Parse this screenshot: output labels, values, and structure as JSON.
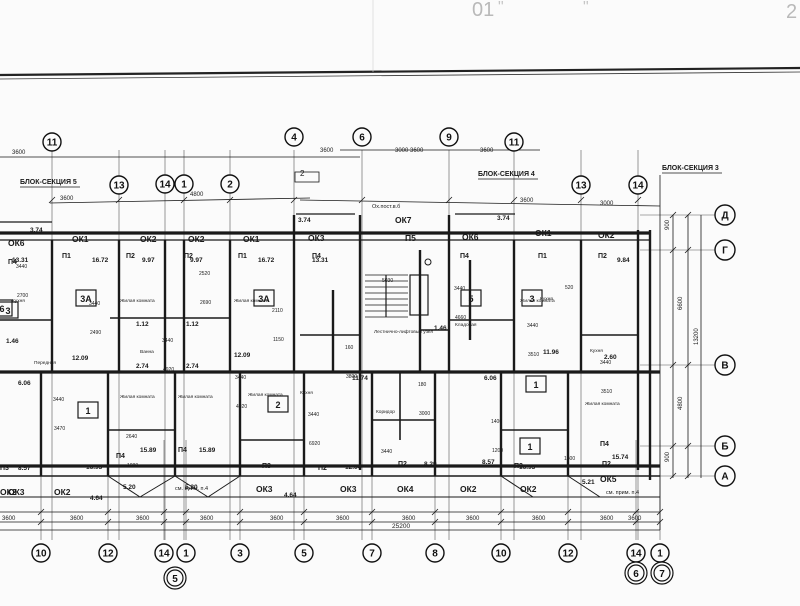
{
  "header": {
    "sheet_text": "01",
    "sheet_number": "2"
  },
  "section_labels": [
    "БЛОК-СЕКЦИЯ 5",
    "БЛОК-СЕКЦИЯ 4",
    "БЛОК-СЕКЦИЯ 3"
  ],
  "axes_top": [
    "11",
    "13",
    "14",
    "1",
    "2",
    "4",
    "6",
    "9",
    "11",
    "13",
    "14"
  ],
  "axes_bottom": [
    "10",
    "12",
    "14",
    "1",
    "3",
    "5",
    "7",
    "8",
    "10",
    "12",
    "14",
    "1"
  ],
  "section_circles": [
    "5",
    "6",
    "7"
  ],
  "axes_right": [
    "Д",
    "Г",
    "В",
    "Б",
    "А"
  ],
  "top_dims": [
    "3600",
    "3600",
    "4800",
    "3600",
    "3000",
    "3600",
    "3600",
    "3000",
    "3600"
  ],
  "bottom_dims": [
    "3600",
    "3600",
    "3600",
    "3600",
    "3600",
    "3600",
    "3600",
    "3600",
    "3600",
    "3600",
    "3600"
  ],
  "total_dim": "25200",
  "right_dims": [
    "900",
    "6600",
    "4800",
    "13200",
    "900"
  ],
  "window_labels": [
    "ОК6",
    "ОК1",
    "ОК2",
    "ОК2",
    "ОК1",
    "ОК3",
    "ОК7",
    "П5",
    "ОК6",
    "ОК1",
    "ОК2",
    "ОК2",
    "ОК3",
    "ОК3",
    "ОК4",
    "ОК2",
    "ОК2",
    "ОК2",
    "ОК3",
    "ОК5"
  ],
  "areas": [
    "13.31",
    "16.72",
    "9.97",
    "9.97",
    "16.72",
    "13.31",
    "11.74",
    "12.09",
    "12.09",
    "11.96",
    "6.06",
    "6.06",
    "15.89",
    "15.89",
    "16.93",
    "16.93",
    "15.74",
    "8.57",
    "8.57",
    "12.04",
    "8.29",
    "4.64",
    "5.20",
    "5.20",
    "4.64",
    "5.21",
    "3.74",
    "3.74",
    "3.74",
    "1.46",
    "1.46",
    "1.12",
    "1.12",
    "2.74",
    "2.74",
    "2.60",
    "9.84"
  ],
  "room_tags": [
    "П4",
    "П1",
    "П2",
    "П2",
    "П1",
    "П4",
    "П4",
    "П1",
    "П2",
    "П3",
    "П2",
    "П2",
    "П3",
    "П4",
    "П4",
    "П3",
    "П2",
    "П4"
  ],
  "room_names": [
    "Жилая комната",
    "Кухня",
    "Передняя",
    "Коридор",
    "Ванна",
    "Лестнично-лифтовый узел",
    "Кладовая"
  ],
  "apt_numbers": [
    "3А",
    "3А",
    "3",
    "2",
    "1",
    "1",
    "1",
    "6",
    "5",
    "3"
  ],
  "notes": [
    "Ох.пост.в.б",
    "см. прим. п.4",
    "см. прим. п.4"
  ],
  "dims_small": [
    "3440",
    "3440",
    "3440",
    "3440",
    "3440",
    "3440",
    "3440",
    "3440",
    "3440",
    "3440",
    "2640",
    "2520",
    "2110",
    "160",
    "180",
    "1400",
    "1600",
    "2700",
    "2490",
    "4920",
    "4920",
    "6920",
    "5030",
    "4660",
    "3510",
    "3510",
    "3470",
    "1080",
    "2690",
    "1150",
    "3800",
    "3000",
    "1200",
    "520"
  ],
  "stair_label": "2"
}
